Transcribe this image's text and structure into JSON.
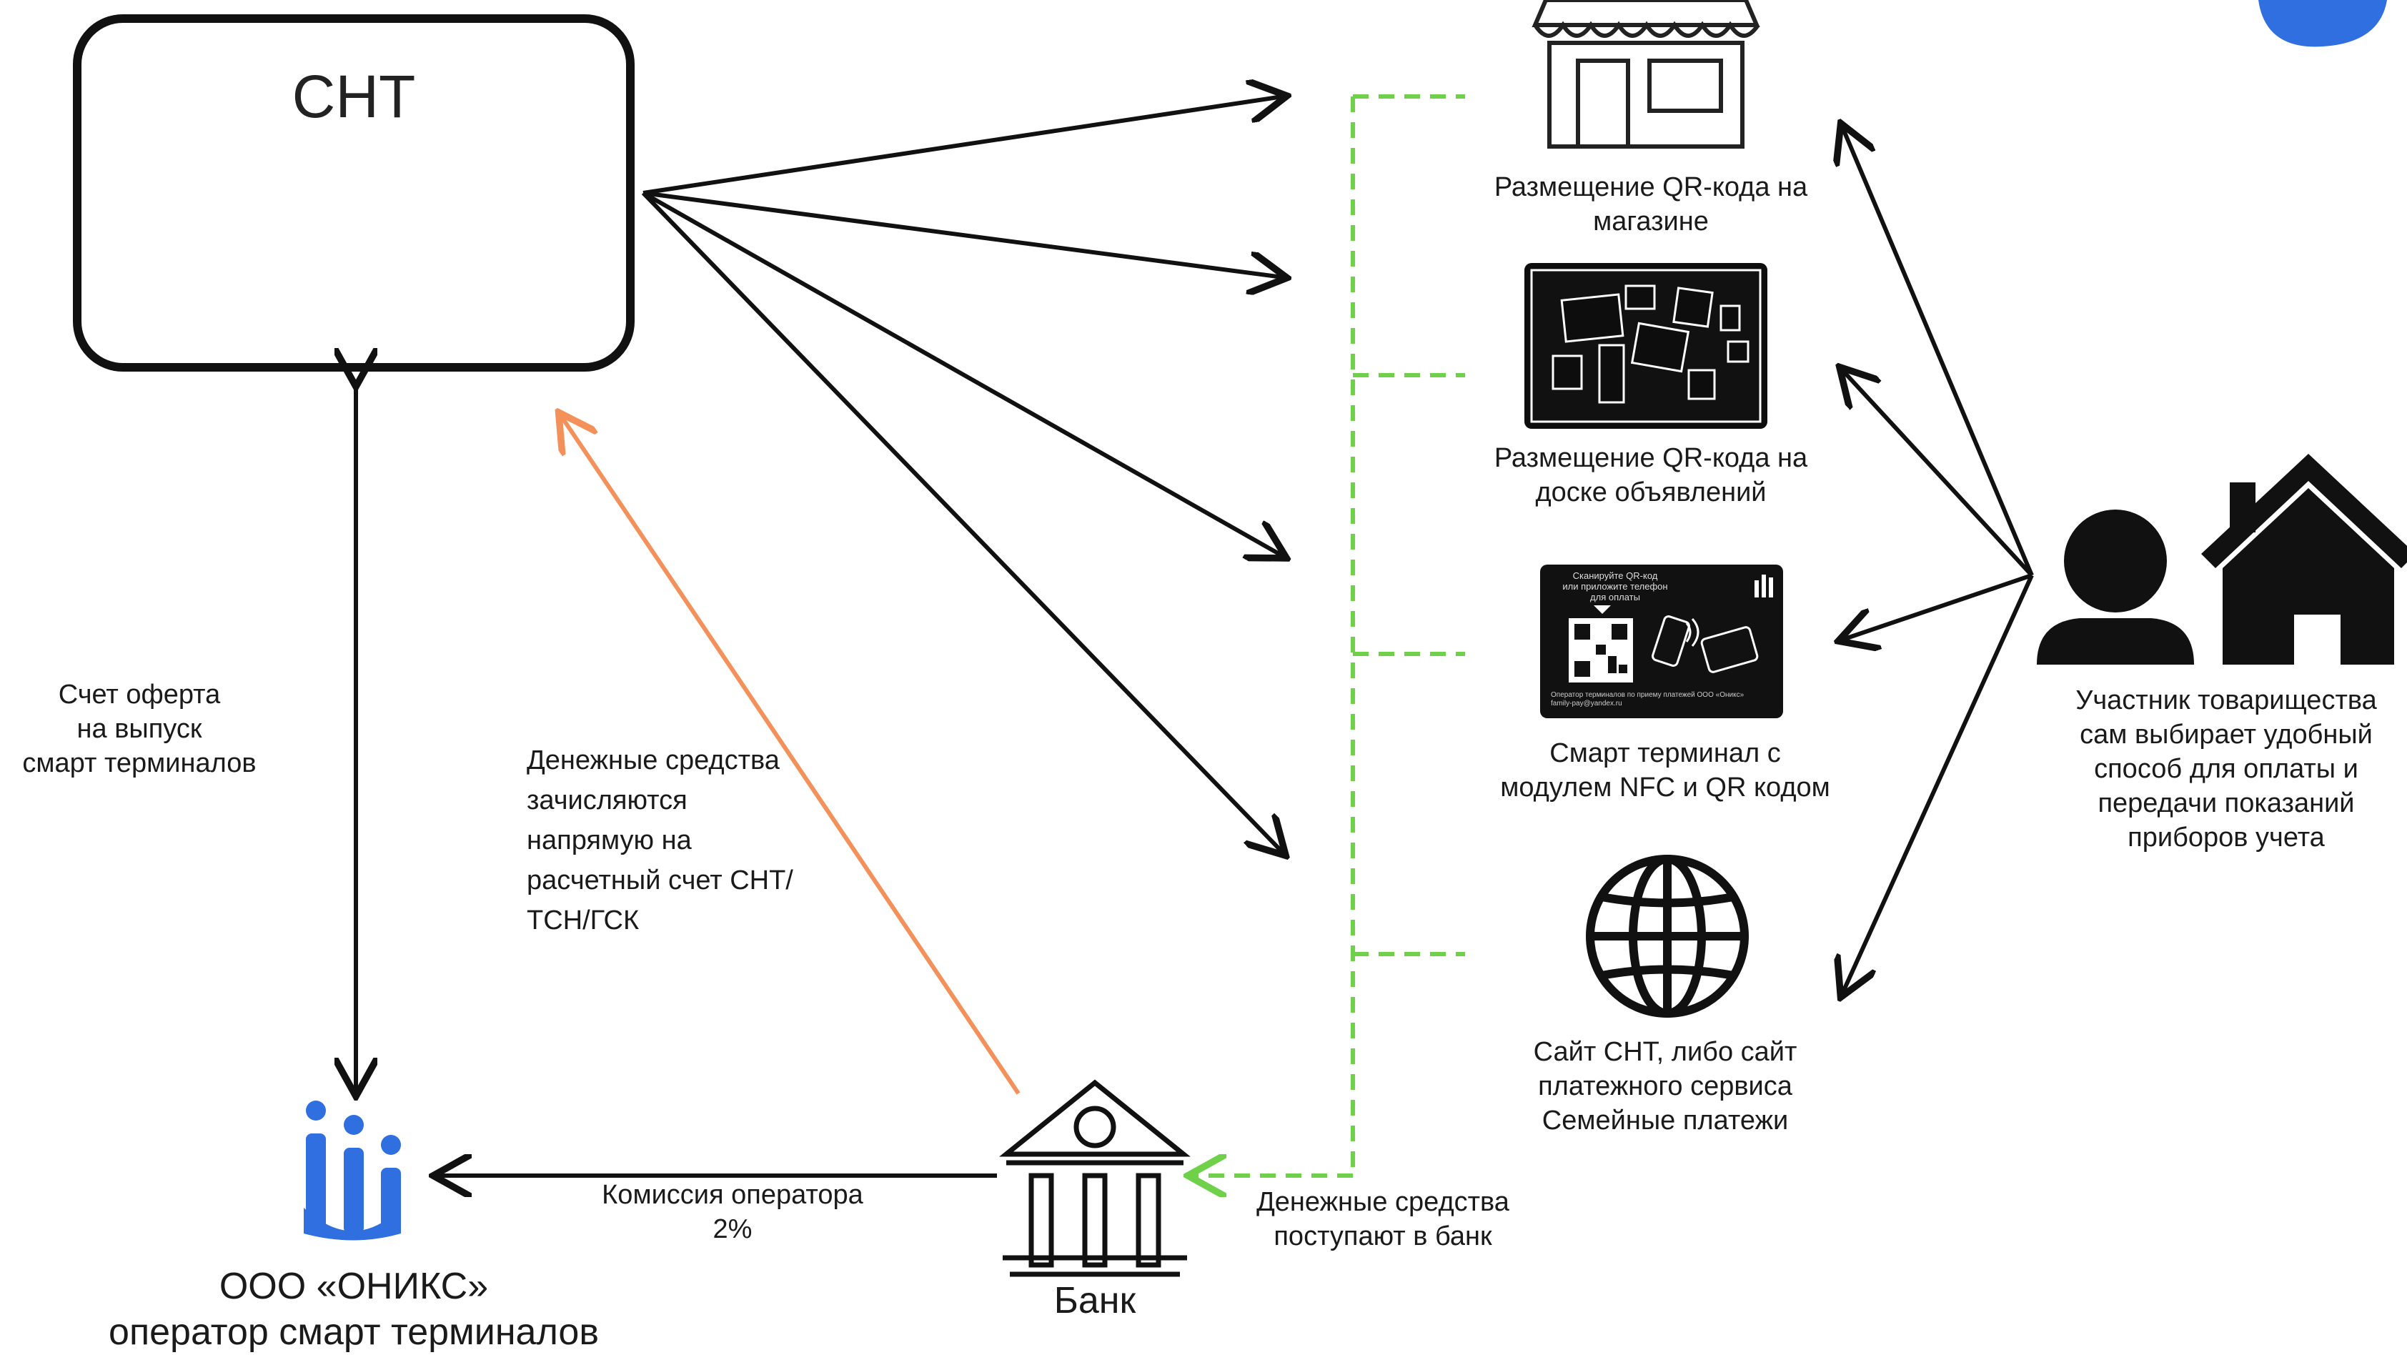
{
  "snt_title": "СНТ",
  "offer_label": "Счет оферта\nна выпуск\nсмарт терминалов",
  "funds_direct_label": "Денежные средства\nзачисляются\nнапрямую на\nрасчетный счет СНТ/\nТСН/ГСК",
  "commission_label": "Комиссия оператора\n2%",
  "bank_label": "Банк",
  "funds_bank_label": "Денежные средства\nпоступают в банк",
  "onyx_label": "ООО «ОНИКС»\nоператор смарт терминалов",
  "channels": [
    {
      "label": "Размещение QR-кода на\nмагазине"
    },
    {
      "label": "Размещение QR-кода на\nдоске объявлений"
    },
    {
      "label": "Смарт терминал с\nмодулем NFC и QR кодом"
    },
    {
      "label": "Сайт СНТ, либо сайт\nплатежного сервиса\nСемейные платежи"
    }
  ],
  "member_label": "Участник товарищества\nсам выбирает удобный\nспособ для оплаты и\nпередачи показаний\nприборов учета",
  "terminal_card": {
    "line1": "Сканируйте QR-код",
    "line2": "или приложите телефон",
    "line3": "для оплаты",
    "footer": "Оператор терминалов по приему платежей ООО «Оникс»",
    "email": "family-pay@yandex.ru"
  },
  "icons": [
    "store-icon",
    "noticeboard-icon",
    "terminal-card-icon",
    "globe-icon",
    "bank-icon",
    "onyx-logo-icon",
    "member-icon",
    "house-icon"
  ],
  "colors": {
    "arrow": "#111111",
    "money_arrow": "#f4915a",
    "dashed": "#6fd14a",
    "brand_blue": "#2f6fe0"
  }
}
